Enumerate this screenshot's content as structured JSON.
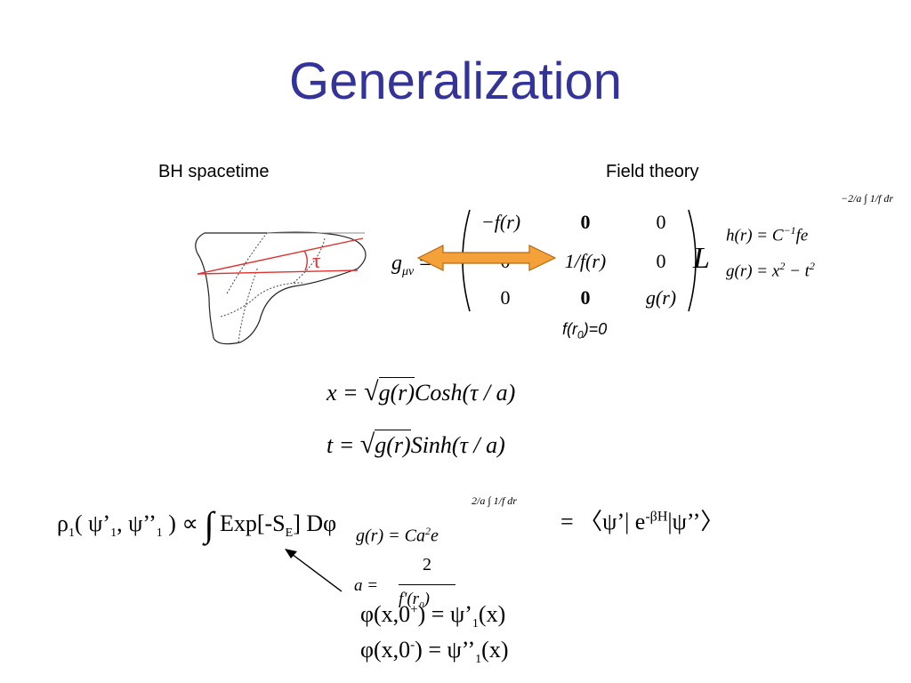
{
  "slide": {
    "title": "Generalization",
    "left_label": "BH spacetime",
    "right_label": "Field theory",
    "tau": "τ",
    "colors": {
      "title": "#333399",
      "arrow": "#f4a13a",
      "arrow_edge": "#b86b10",
      "tau_line": "#e03030"
    }
  },
  "metric": {
    "lhs": "g",
    "lhs_sub": "μν",
    "eq": "=",
    "L": "L",
    "cells": [
      "−f(r)",
      "0",
      "0",
      "0",
      "1/f(r)",
      "0",
      "0",
      "0",
      "g(r)"
    ],
    "horizon": "f(r",
    "horizon_sub": "0",
    "horizon_tail": ")=0"
  },
  "defs": {
    "h_lhs": "h(r) = C",
    "h_sup": "−1",
    "h_rhs": "fe",
    "h_exp": "−2/a ∫ 1/f dr",
    "g_def": "g(r) = x",
    "g_def_sup": "2",
    "g_def_mid": " − t",
    "g_def_sup2": "2"
  },
  "equations": {
    "x_lhs": "x = ",
    "x_root": "g(r)",
    "x_fn": "Cosh(τ / a)",
    "t_lhs": "t = ",
    "t_root": "g(r)",
    "t_fn": "Sinh(τ / a)"
  },
  "correlator": {
    "rho": "ρ",
    "rho_sub": "1",
    "args": "( ψ’",
    "args_sub1": "1",
    "args_mid": ", ψ’’",
    "args_sub2": "1",
    "args_end": " ) ∝",
    "integral": "∫",
    "exp": "Exp[-S",
    "exp_sub": "E",
    "exp_end": "] Dφ",
    "rhs": "= 〈ψ’| e",
    "rhs_sup": "-βH",
    "rhs_end": "|ψ’’〉",
    "g_ca": "g(r) = Ca",
    "g_ca_sup": "2",
    "g_ca_e": "e",
    "g_ca_exp": "2/a ∫ 1/f dr"
  },
  "a_def": {
    "lhs": "a =",
    "num": "2",
    "den": "f'(r",
    "den_sub": "0",
    "den_end": ")"
  },
  "boundary": {
    "line1_a": "φ(x,0",
    "line1_sup": "+",
    "line1_b": ") = ψ’",
    "line1_sub": "1",
    "line1_c": "(x)",
    "line2_a": "φ(x,0",
    "line2_sup": "-",
    "line2_b": ") = ψ’’",
    "line2_sub": "1",
    "line2_c": "(x)"
  }
}
